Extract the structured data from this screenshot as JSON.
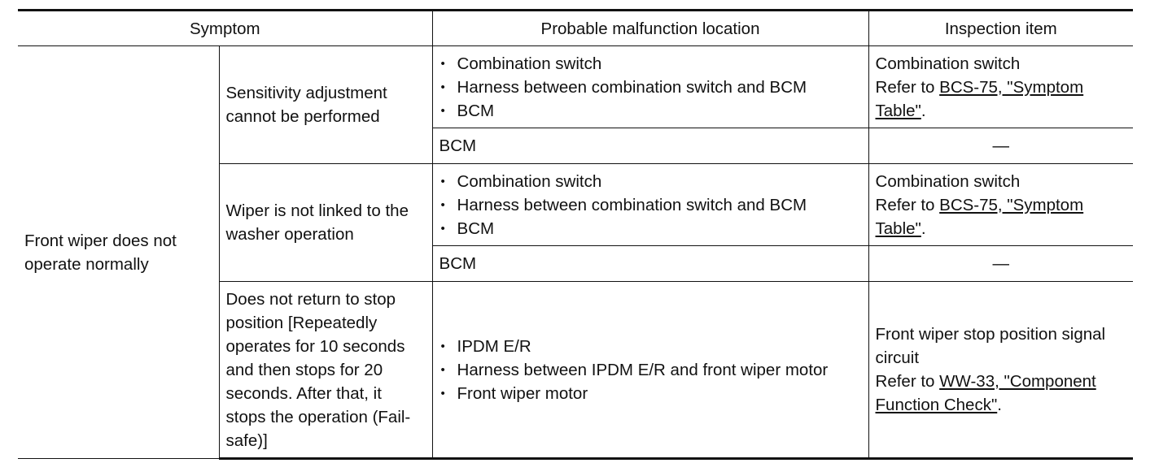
{
  "header": {
    "symptom": "Symptom",
    "location": "Probable malfunction location",
    "inspection": "Inspection item"
  },
  "main_symptom": "Front wiper does not operate normally",
  "groups": [
    {
      "sub_symptom": "Sensitivity adjustment cannot be performed",
      "rows": [
        {
          "locations": [
            "Combination switch",
            "Harness between combination switch and BCM",
            "BCM"
          ],
          "inspection_text": "Combination switch",
          "refer_prefix": "Refer to ",
          "link_text": "BCS-75, \"Symptom Table\"",
          "refer_suffix": "."
        },
        {
          "location_plain": "BCM",
          "inspection_dash": "—"
        }
      ]
    },
    {
      "sub_symptom": "Wiper is not linked to the washer operation",
      "rows": [
        {
          "locations": [
            "Combination switch",
            "Harness between combination switch and BCM",
            "BCM"
          ],
          "inspection_text": "Combination switch",
          "refer_prefix": "Refer to ",
          "link_text": "BCS-75, \"Symptom Table\"",
          "refer_suffix": "."
        },
        {
          "location_plain": "BCM",
          "inspection_dash": "—"
        }
      ]
    },
    {
      "sub_symptom": "Does not return to stop position [Repeatedly operates for 10 seconds and then stops for 20 seconds. After that, it stops the operation (Fail-safe)]",
      "rows": [
        {
          "locations": [
            "IPDM E/R",
            "Harness between IPDM E/R and front wiper motor",
            "Front wiper motor"
          ],
          "inspection_text": "Front wiper stop position signal circuit",
          "refer_prefix": "Refer to ",
          "link_text": "WW-33, \"Component Function Check\"",
          "refer_suffix": "."
        }
      ]
    }
  ]
}
